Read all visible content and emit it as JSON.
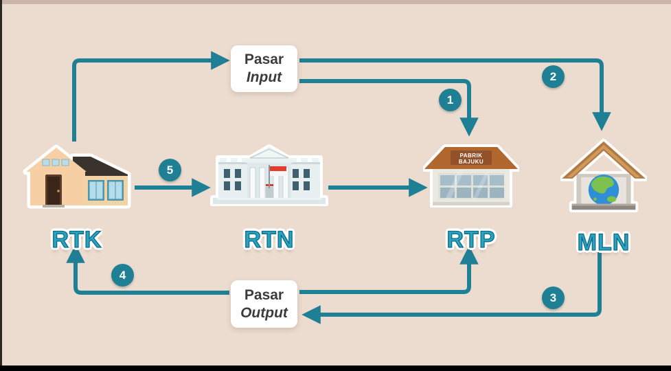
{
  "palette": {
    "background": "#ecdccf",
    "top_strip": "#c9b5ab",
    "arrow_teal": "#1e7f95",
    "label_teal": "#29a3c0",
    "box_text": "#3b3b3b",
    "factory_roof": "#b2672f",
    "flag_red": "#e23b30"
  },
  "markets": [
    {
      "id": "pasar-input",
      "line1": "Pasar",
      "line2": "Input"
    },
    {
      "id": "pasar-output",
      "line1": "Pasar",
      "line2": "Output"
    }
  ],
  "nodes": [
    {
      "id": "rtk",
      "label": "RTK",
      "depicts": "house"
    },
    {
      "id": "rtn",
      "label": "RTN",
      "depicts": "government-building-with-indonesian-flag"
    },
    {
      "id": "rtp",
      "label": "RTP",
      "depicts": "factory",
      "sign_line1": "PABRIK",
      "sign_line2": "BAJUKU"
    },
    {
      "id": "mln",
      "label": "MLN",
      "depicts": "house-with-globe"
    }
  ],
  "flow_badges": [
    {
      "number": "1",
      "from": "pasar-input",
      "to": "rtp"
    },
    {
      "number": "2",
      "from": "pasar-input",
      "to": "mln"
    },
    {
      "number": "3",
      "from": "mln",
      "to": "pasar-output"
    },
    {
      "number": "4",
      "from": "pasar-output",
      "to": "rtk"
    },
    {
      "number": "5",
      "from": "rtk",
      "to": "rtn"
    }
  ]
}
